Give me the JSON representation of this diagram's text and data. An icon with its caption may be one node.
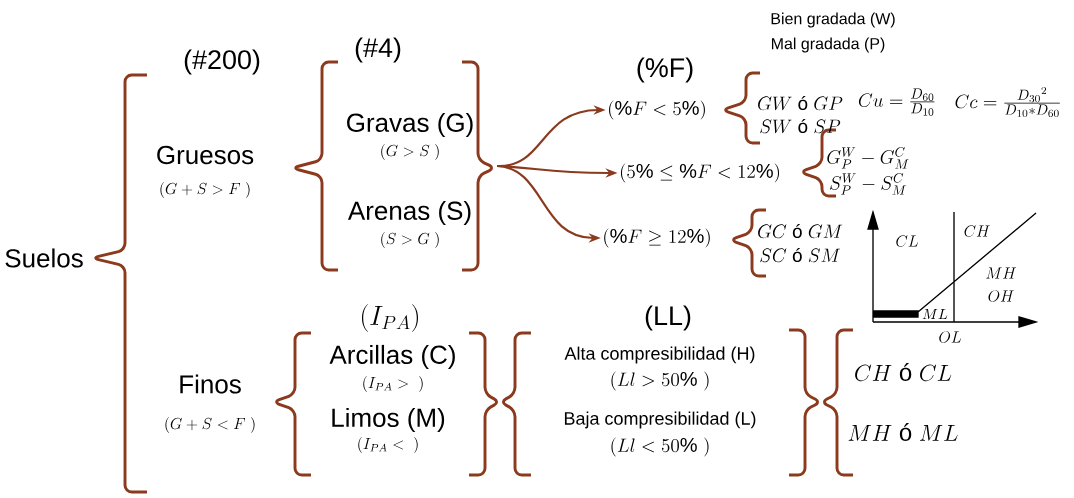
{
  "diagram": {
    "nodes": [
      {
        "text": [],
        "shape": "bracket"
      },
      {
        "text": [
          "(\\%F < 5\\%)"
        ]
      },
      {
        "text": [
          "(5\\% \\leq \\%F < 12\\%)"
        ]
      },
      {
        "text": [
          "(\\%F \\geq 12\\%)"
        ]
      }
    ],
    "edges": [
      {
        "from": 0,
        "to": 1,
        "arrow": "to"
      },
      {
        "from": 0,
        "to": 2,
        "arrow": "to"
      },
      {
        "from": 0,
        "to": 3,
        "arrow": "to"
      }
    ],
    "labels": [
      "(#200)",
      "(#4)",
      "Bien gradada (W)",
      "Mal gradada (P)",
      "(%F)",
      "GW\\ \\text{ó}\\ GP",
      "SW\\ \\text{ó}\\ SP",
      "Cu = \\frac{D_{60}}{D_{10}}",
      "Cc = \\frac{{D_{30}}^{2}}{D_{10} * D_{60}}",
      "Gruesos",
      "(G + S > F\\ )",
      "Gravas (G)",
      "(G > S\\ )",
      "G_P^W - G_M^C",
      "S_P^W - S_M^C",
      "Arenas (S)",
      "(S > G\\ )",
      "GC\\ \\text{ó}\\ GM",
      "SC\\ \\text{ó}\\ SM",
      "CL",
      "CH",
      "MH",
      "OH",
      "ML",
      "OL",
      "Suelos",
      "(I_{PA})",
      "(LL)",
      "Arcillas (C)",
      "(I_{PA} >\\ \\ )",
      "Alta compresibilidad (H)",
      "(Ll > 50\\%\\ )",
      "CH\\ \\text{ó}\\ CL",
      "Finos",
      "(G + S < F\\ )",
      "Limos (M)",
      "(I_{PA} <\\ \\ )",
      "Baja compresibilidad (L)",
      "(Ll < 50\\%\\ )",
      "MH\\ \\text{ó}\\ ML"
    ]
  }
}
